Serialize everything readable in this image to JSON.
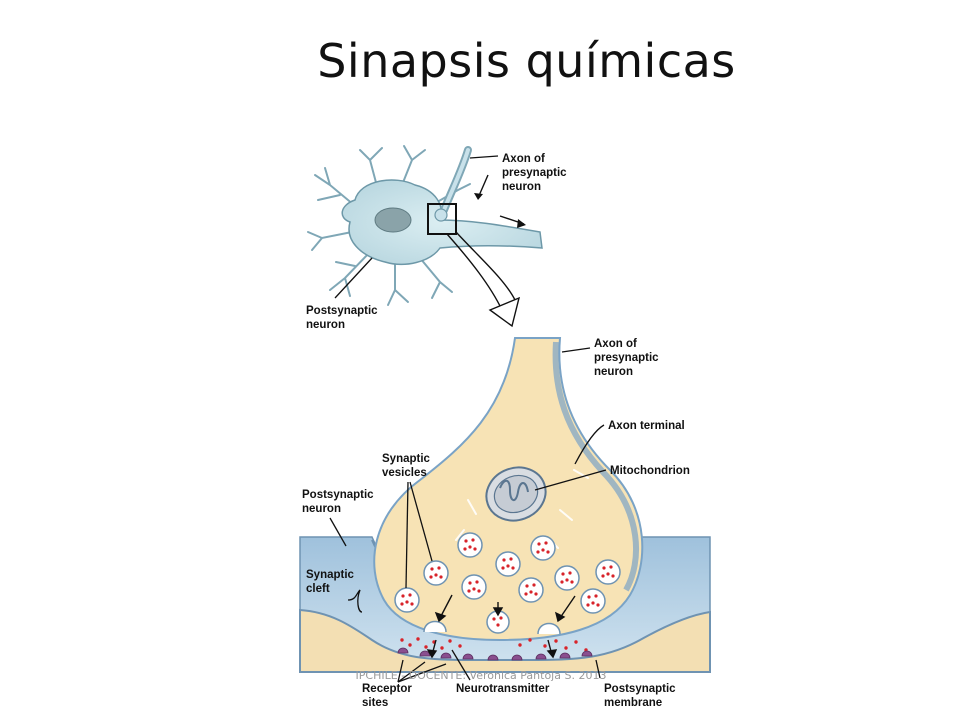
{
  "title": "Sinapsis químicas",
  "labels": {
    "axon_top": [
      "Axon of",
      "presynaptic",
      "neuron"
    ],
    "postsyn_top": [
      "Postsynaptic",
      "neuron"
    ],
    "axon_mid": [
      "Axon of",
      "presynaptic",
      "neuron"
    ],
    "axon_terminal": "Axon terminal",
    "mitochondrion": "Mitochondrion",
    "synaptic_vesicles": [
      "Synaptic",
      "vesicles"
    ],
    "postsyn_mid": [
      "Postsynaptic",
      "neuron"
    ],
    "synaptic_cleft": [
      "Synaptic",
      "cleft"
    ],
    "receptor_sites": [
      "Receptor",
      "sites"
    ],
    "neurotransmitter": "Neurotransmitter",
    "postsyn_membrane": [
      "Postsynaptic",
      "membrane"
    ]
  },
  "footer": "IPCHILE - DOCENTE: Veronica Pantoja S. 2013",
  "colors": {
    "cytoplasm": "#f7e3b5",
    "membrane_blue": "#7aa3c6",
    "postsynaptic_fill": "#b7d2e6",
    "vesicle_dot": "#d8232a",
    "receptor": "#8a4f8f"
  }
}
